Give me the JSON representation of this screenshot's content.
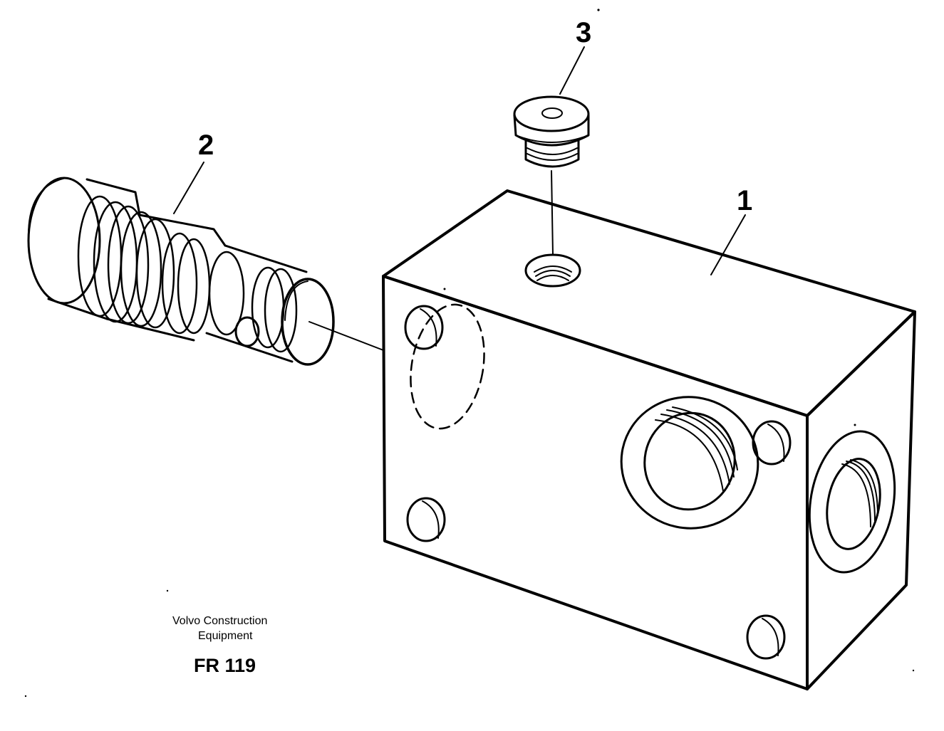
{
  "callouts": {
    "block_number": "1",
    "cartridge_number": "2",
    "plug_number": "3"
  },
  "caption": {
    "maker_line_1": "Volvo Construction",
    "maker_line_2": "Equipment",
    "figure_code": "FR 119"
  },
  "colors": {
    "line": "#000000",
    "background": "#ffffff"
  }
}
